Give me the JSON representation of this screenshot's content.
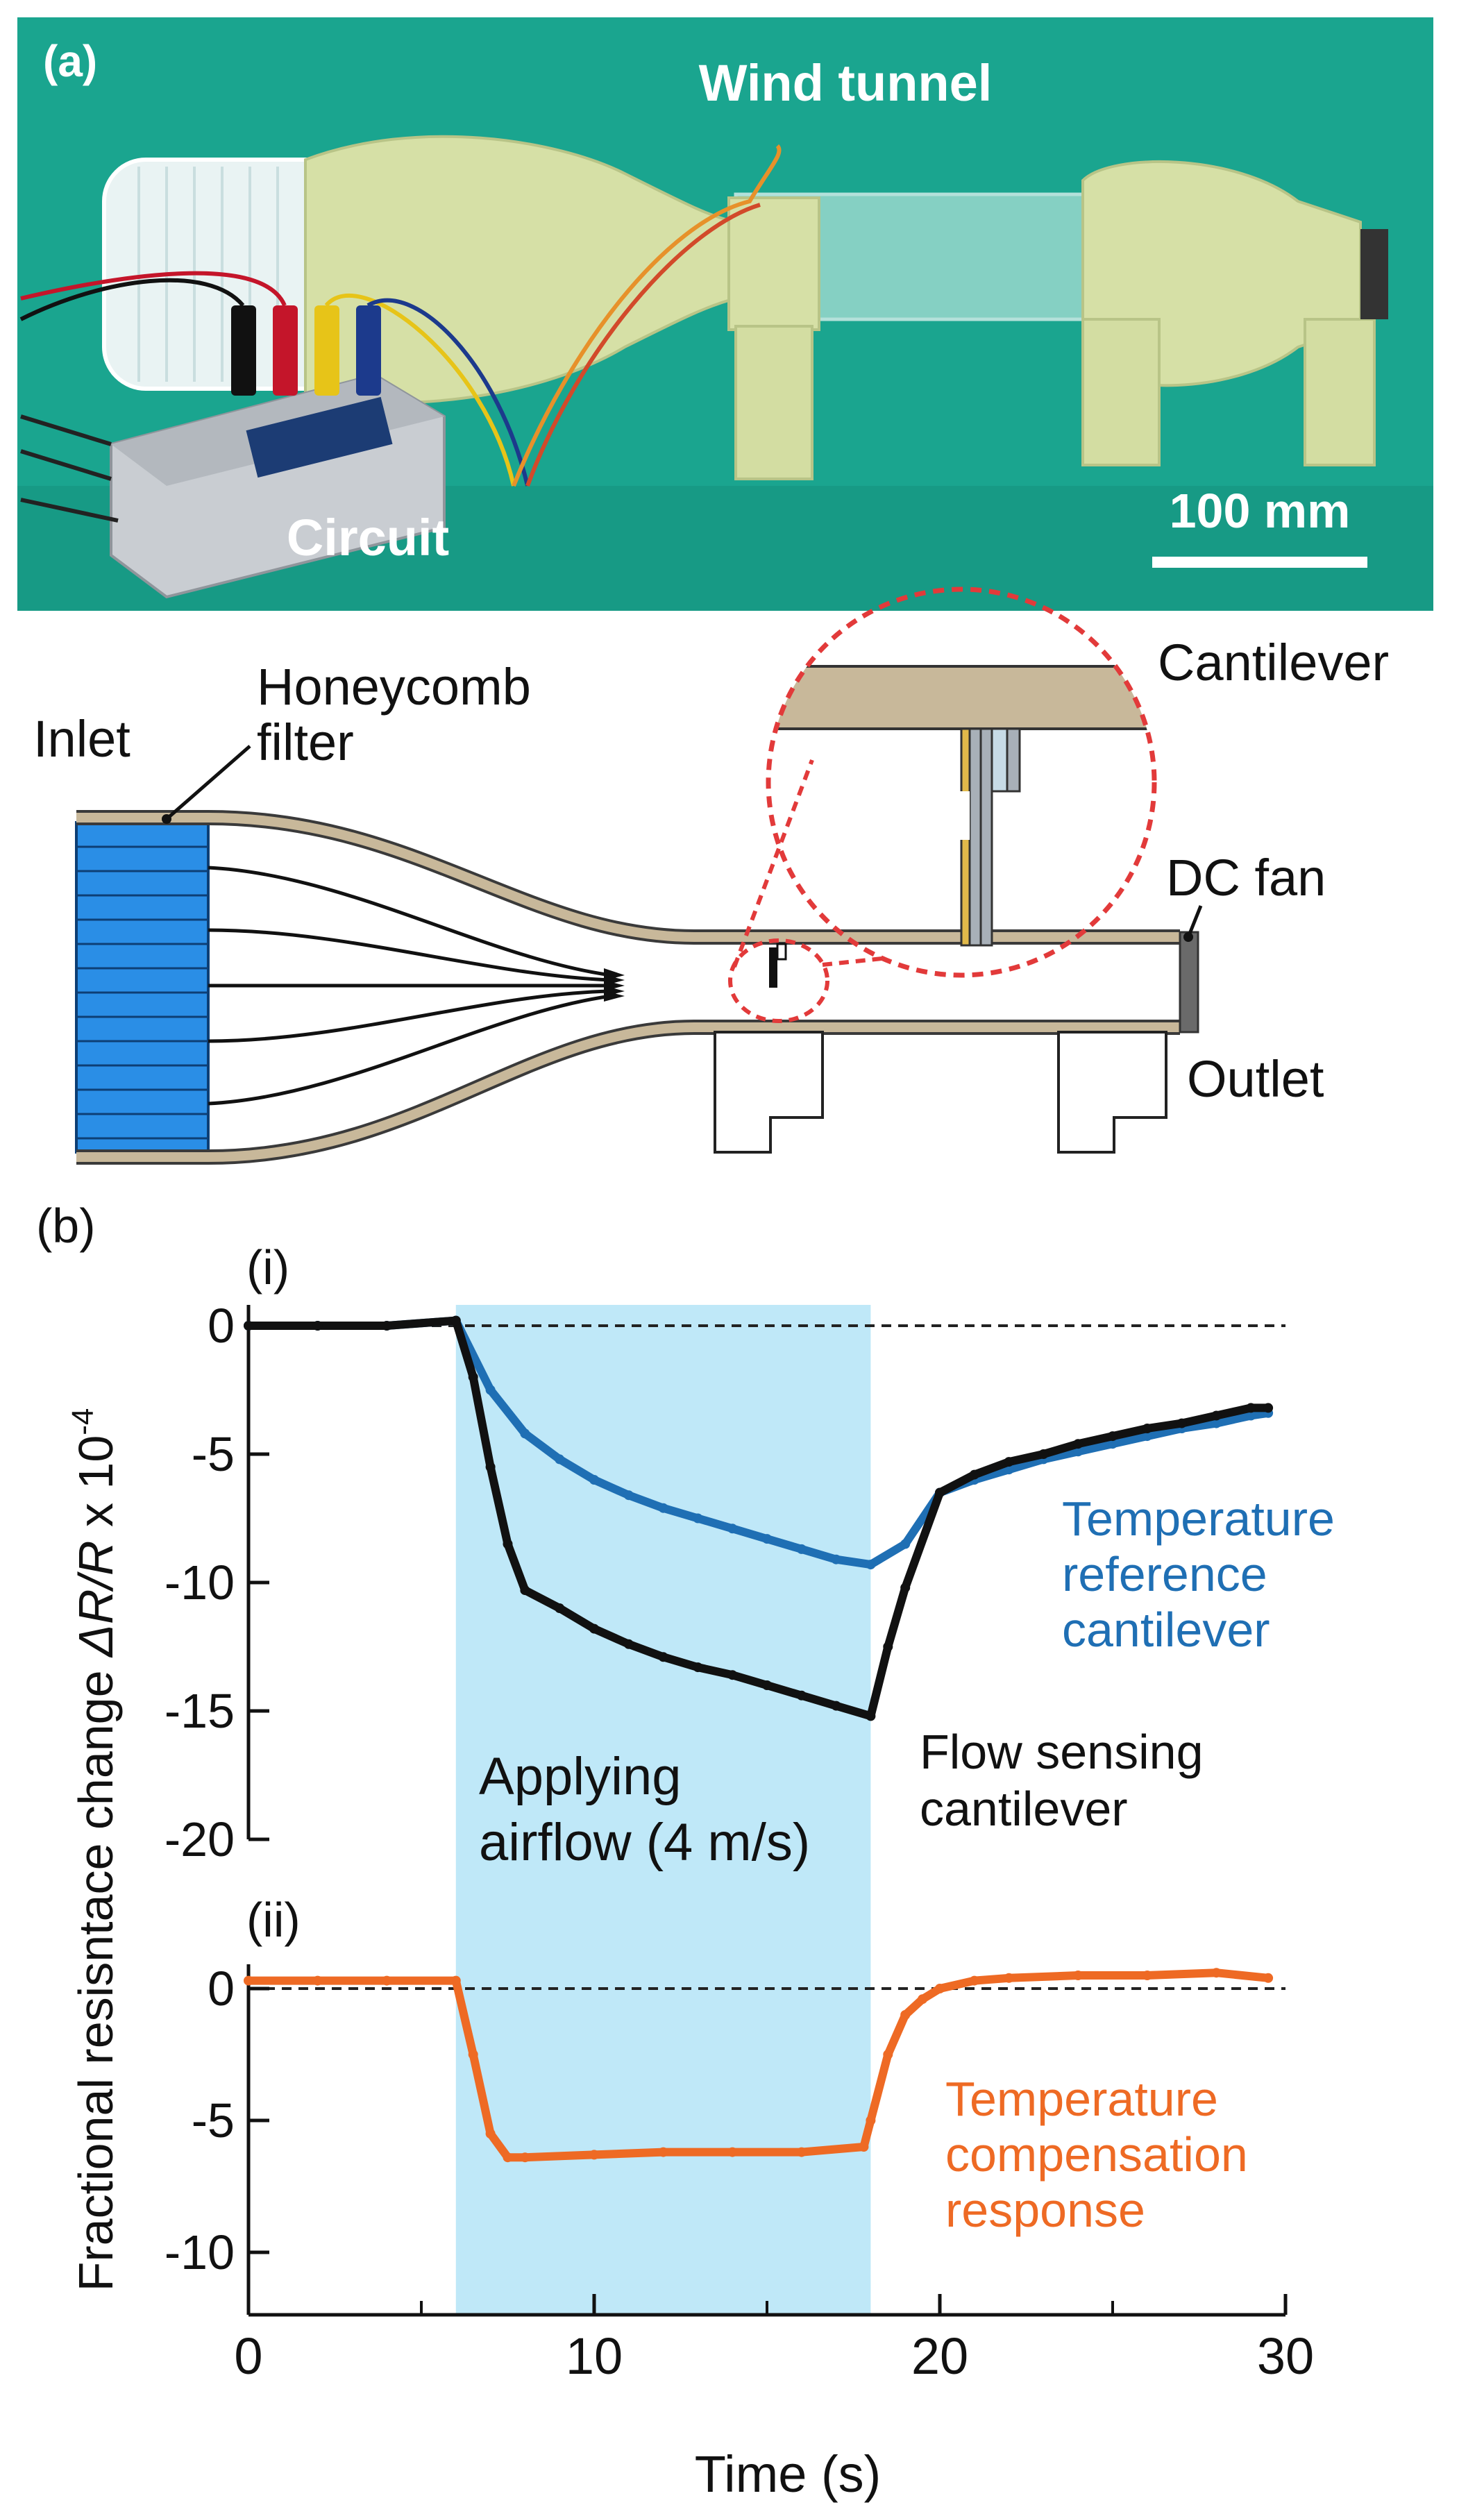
{
  "panel_a": {
    "label": "(a)",
    "photo": {
      "wind_tunnel_label": "Wind tunnel",
      "circuit_label": "Circuit",
      "scale_bar_label": "100 mm"
    },
    "schematic": {
      "inlet": "Inlet",
      "honeycomb_line1": "Honeycomb",
      "honeycomb_line2": "filter",
      "cantilever": "Cantilever",
      "dc_fan": "DC fan",
      "outlet": "Outlet"
    }
  },
  "panel_b": {
    "label": "(b)",
    "sub_i": "(i)",
    "sub_ii": "(ii)",
    "ylabel_prefix": "Fractional resisntace change ",
    "ylabel_math": "ΔR/R",
    "ylabel_suffix": " x 10",
    "ylabel_exp": "-4",
    "xlabel": "Time (s)",
    "shade_line1": "Applying",
    "shade_line2": "airflow (4 m/s)",
    "temp_ref": [
      "Temperature",
      "reference",
      "cantilever"
    ],
    "flow_sensing": [
      "Flow sensing",
      "cantilever"
    ],
    "temp_comp": [
      "Temperature",
      "compensation",
      "response"
    ]
  },
  "colors": {
    "blue_series": "#1f6fb4",
    "black_series": "#111111",
    "orange_series": "#ee6a24",
    "shade": "#bfe8f8",
    "honeycomb": "#2a8ee6",
    "tunnel_wall": "#c8b89a",
    "dashed_red": "#e23a3a"
  },
  "chart_data": [
    {
      "type": "line",
      "title": "",
      "xlabel": "Time (s)",
      "ylabel": "Fractional resisntace change ΔR/R x 10-4",
      "xlim": [
        0,
        30
      ],
      "ylim": [
        -20,
        1
      ],
      "xticks": [
        0,
        10,
        20,
        30
      ],
      "yticks": [
        0,
        -5,
        -10,
        -15,
        -20
      ],
      "shaded_interval": {
        "x": [
          6,
          18
        ],
        "label": "Applying airflow (4 m/s)"
      },
      "reference_line_y": 0,
      "series": [
        {
          "name": "Temperature reference cantilever",
          "color": "#1f6fb4",
          "x": [
            0,
            2,
            4,
            6,
            7,
            8,
            9,
            10,
            11,
            12,
            13,
            14,
            15,
            16,
            17,
            18,
            19,
            20,
            21,
            22,
            23,
            24,
            25,
            26,
            27,
            28,
            29,
            29.5
          ],
          "y": [
            0,
            0,
            0,
            0.2,
            -2.5,
            -4.2,
            -5.2,
            -6.0,
            -6.6,
            -7.1,
            -7.5,
            -7.9,
            -8.3,
            -8.7,
            -9.1,
            -9.3,
            -8.5,
            -6.5,
            -6.0,
            -5.6,
            -5.2,
            -4.9,
            -4.6,
            -4.3,
            -4.0,
            -3.8,
            -3.5,
            -3.4
          ]
        },
        {
          "name": "Flow sensing cantilever",
          "color": "#111111",
          "x": [
            0,
            2,
            4,
            6,
            6.5,
            7,
            7.5,
            8,
            9,
            10,
            11,
            12,
            13,
            14,
            15,
            16,
            17,
            18,
            18.5,
            19,
            20,
            21,
            22,
            23,
            24,
            25,
            26,
            27,
            28,
            29,
            29.5
          ],
          "y": [
            0,
            0,
            0,
            0.2,
            -2.0,
            -5.5,
            -8.5,
            -10.3,
            -11.0,
            -11.8,
            -12.4,
            -12.9,
            -13.3,
            -13.6,
            -14.0,
            -14.4,
            -14.8,
            -15.2,
            -12.5,
            -10.2,
            -6.5,
            -5.8,
            -5.3,
            -5.0,
            -4.6,
            -4.3,
            -4.0,
            -3.8,
            -3.5,
            -3.2,
            -3.2
          ]
        }
      ]
    },
    {
      "type": "line",
      "title": "",
      "xlabel": "Time (s)",
      "ylabel": "",
      "xlim": [
        0,
        30
      ],
      "ylim": [
        -12,
        1
      ],
      "xticks": [
        0,
        10,
        20,
        30
      ],
      "yticks": [
        0,
        -5,
        -10
      ],
      "shaded_interval": {
        "x": [
          6,
          18
        ]
      },
      "reference_line_y": 0,
      "series": [
        {
          "name": "Temperature compensation response",
          "color": "#ee6a24",
          "x": [
            0,
            2,
            4,
            6,
            6.5,
            7,
            7.5,
            8,
            10,
            12,
            14,
            16,
            17.8,
            18,
            18.5,
            19,
            19.5,
            20,
            21,
            22,
            24,
            26,
            28,
            29.5
          ],
          "y": [
            0.3,
            0.3,
            0.3,
            0.3,
            -2.5,
            -5.5,
            -6.4,
            -6.4,
            -6.3,
            -6.2,
            -6.2,
            -6.2,
            -6.0,
            -5.0,
            -2.5,
            -1.0,
            -0.4,
            0.0,
            0.3,
            0.4,
            0.5,
            0.5,
            0.6,
            0.4
          ]
        }
      ]
    }
  ]
}
